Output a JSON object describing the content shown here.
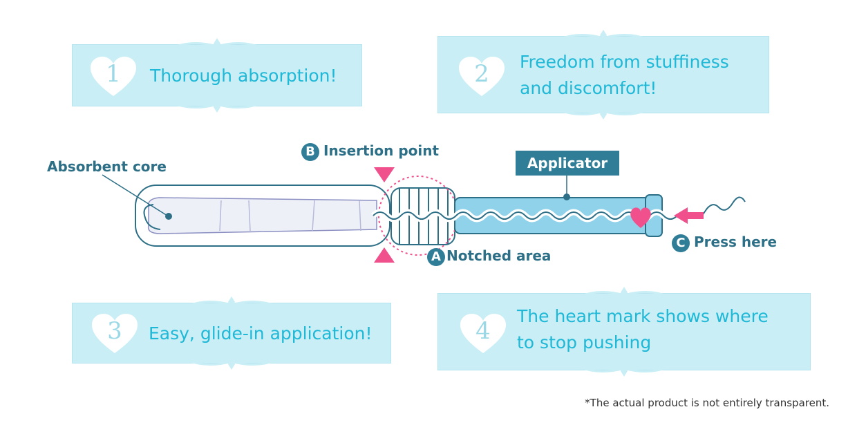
{
  "features": [
    {
      "number": "1",
      "text": "Thorough absorption!"
    },
    {
      "number": "2",
      "text": "Freedom from stuffiness and discomfort!"
    },
    {
      "number": "3",
      "text": "Easy, glide-in application!"
    },
    {
      "number": "4",
      "text": "The heart mark shows where to stop pushing"
    }
  ],
  "diagram": {
    "absorbent_core": "Absorbent core",
    "insertion_point": {
      "marker": "B",
      "label": "Insertion point"
    },
    "applicator": "Applicator",
    "notched_area": {
      "marker": "A",
      "label": "A Notched area"
    },
    "press_here": {
      "marker": "C",
      "label": "Press here"
    }
  },
  "footnote": "*The actual product is not entirely transparent.",
  "colors": {
    "card_bg": "#c9eef6",
    "card_text": "#1fb8d6",
    "label_text": "#2c6f86",
    "badge": "#2f7d96",
    "accent_pink": "#f0508c",
    "applicator_blue": "#7ccbe6"
  }
}
